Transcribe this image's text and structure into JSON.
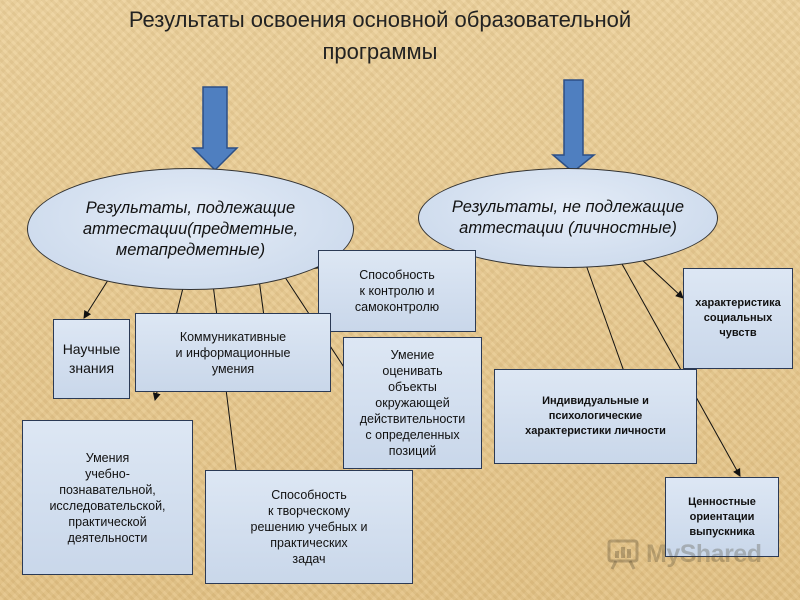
{
  "title": {
    "line1": "Результаты освоения основной образовательной",
    "line2": "программы"
  },
  "ellipses": {
    "left": {
      "line1": "Результаты, подлежащие",
      "line2": "аттестации(предметные,",
      "line3": "метапредметные)"
    },
    "right": {
      "line1": "Результаты, не подлежащие",
      "line2": "аттестации (личностные)"
    }
  },
  "boxes": {
    "control": "Способность\nк контролю и\nсамоконтролю",
    "scientific": "Научные\nзнания",
    "communicative": "Коммуникативные\nи информационные\nумения",
    "evaluate": "Умение\nоценивать\nобъекты\nокружающей\nдействительности\nс определенных\nпозиций",
    "learning_skills": "Умения\nучебно-\nпознавательной,\nисследовательской,\nпрактической\nдеятельности",
    "creative": "Способность\nк творческому\nрешению учебных и\nпрактических\nзадач",
    "social_feelings": "характеристика\nсоциальных\nчувств",
    "individual": "Индивидуальные и\nпсихологические\nхарактеристики личности",
    "values": "Ценностные\nориентации\nвыпускника"
  },
  "watermark": "MyShared",
  "colors": {
    "arrow_fill": "#4f7fc0",
    "arrow_stroke": "#2d4f85",
    "box_fill": "#d3dff0",
    "background": "#e8c98f"
  }
}
